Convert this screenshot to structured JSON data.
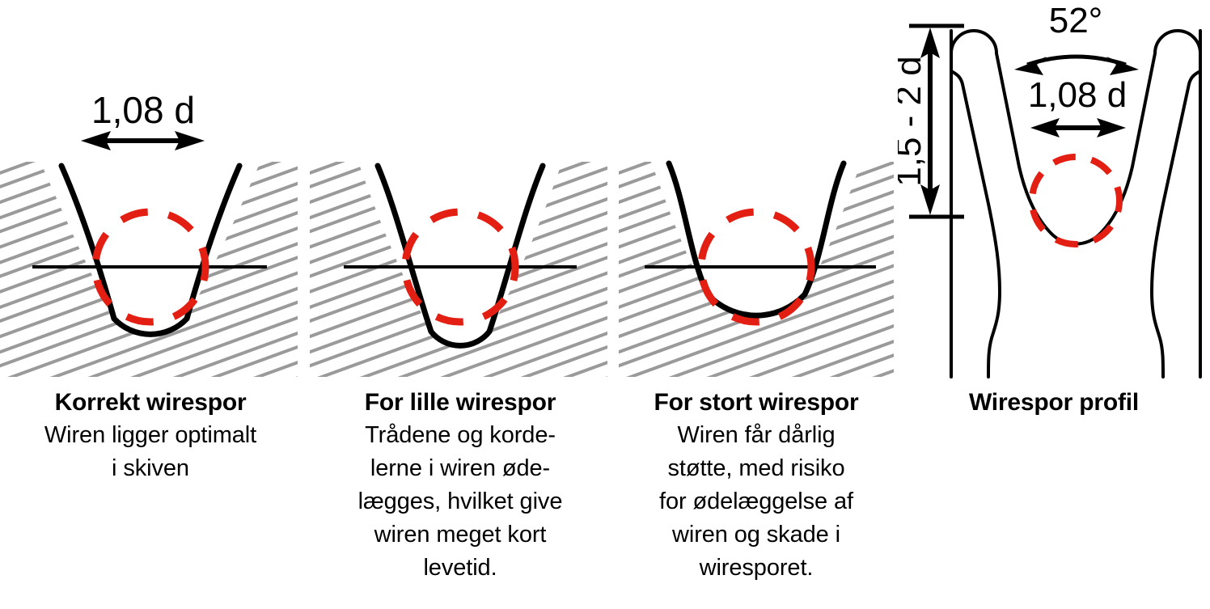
{
  "colors": {
    "outline": "#000000",
    "hatch": "#9a9a9a",
    "rope": "#e31e13",
    "background": "#ffffff"
  },
  "panels": [
    {
      "id": "korrekt",
      "title": "Korrekt wirespor",
      "body_lines": [
        "Wiren ligger optimalt",
        "i skiven"
      ],
      "dimension_label": "1,08 d",
      "groove_fit": "correct"
    },
    {
      "id": "for-lille",
      "title": "For lille wirespor",
      "body_lines": [
        "Trådene og korde-",
        "lerne i wiren øde-",
        "lægges, hvilket give",
        "wiren meget kort",
        "levetid."
      ],
      "dimension_label": "",
      "groove_fit": "too-small"
    },
    {
      "id": "for-stort",
      "title": "For stort wirespor",
      "body_lines": [
        "Wiren får dårlig",
        "støtte, med risiko",
        "for ødelæggelse af",
        "wiren og skade i",
        "wiresporet."
      ],
      "dimension_label": "",
      "groove_fit": "too-large"
    },
    {
      "id": "profil",
      "title": "Wirespor profil",
      "body_lines": [],
      "dimension_label": "1,08 d",
      "angle_label": "52°",
      "depth_label": "1,5 - 2 d",
      "groove_fit": "profile"
    }
  ]
}
